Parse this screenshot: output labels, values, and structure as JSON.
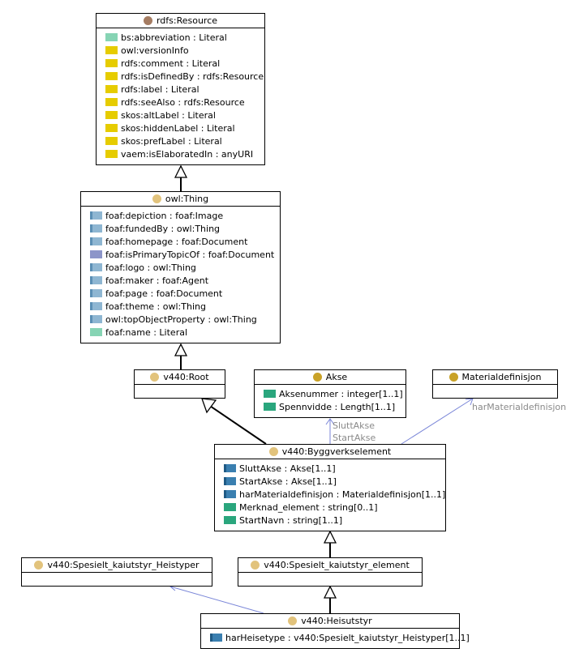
{
  "classes": {
    "resource": {
      "name": "rdfs:Resource",
      "icon": "brown-circle-icon",
      "attributes": [
        {
          "text": "bs:abbreviation : Literal",
          "kind": "lightgreen"
        },
        {
          "text": "owl:versionInfo",
          "kind": "yellow"
        },
        {
          "text": "rdfs:comment : Literal",
          "kind": "yellow"
        },
        {
          "text": "rdfs:isDefinedBy : rdfs:Resource",
          "kind": "yellow"
        },
        {
          "text": "rdfs:label : Literal",
          "kind": "yellow"
        },
        {
          "text": "rdfs:seeAlso : rdfs:Resource",
          "kind": "yellow"
        },
        {
          "text": "skos:altLabel : Literal",
          "kind": "yellow"
        },
        {
          "text": "skos:hiddenLabel : Literal",
          "kind": "yellow"
        },
        {
          "text": "skos:prefLabel : Literal",
          "kind": "yellow"
        },
        {
          "text": "vaem:isElaboratedIn : anyURI",
          "kind": "yellow"
        }
      ]
    },
    "thing": {
      "name": "owl:Thing",
      "icon": "tan-circle-icon",
      "attributes": [
        {
          "text": "foaf:depiction : foaf:Image",
          "kind": "obj"
        },
        {
          "text": "foaf:fundedBy : owl:Thing",
          "kind": "obj"
        },
        {
          "text": "foaf:homepage : foaf:Document",
          "kind": "obj"
        },
        {
          "text": "foaf:isPrimaryTopicOf : foaf:Document",
          "kind": "purple"
        },
        {
          "text": "foaf:logo : owl:Thing",
          "kind": "obj"
        },
        {
          "text": "foaf:maker : foaf:Agent",
          "kind": "obj"
        },
        {
          "text": "foaf:page : foaf:Document",
          "kind": "obj"
        },
        {
          "text": "foaf:theme : owl:Thing",
          "kind": "obj"
        },
        {
          "text": "owl:topObjectProperty : owl:Thing",
          "kind": "obj"
        },
        {
          "text": "foaf:name : Literal",
          "kind": "lightgreen"
        }
      ]
    },
    "root": {
      "name": "v440:Root",
      "icon": "tan-circle-icon",
      "attributes": []
    },
    "akse": {
      "name": "Akse",
      "icon": "gold-circle-icon",
      "attributes": [
        {
          "text": "Aksenummer : integer[1..1]",
          "kind": "green"
        },
        {
          "text": "Spennvidde : Length[1..1]",
          "kind": "green"
        }
      ]
    },
    "materialdef": {
      "name": "Materialdefinisjon",
      "icon": "gold-circle-icon",
      "attributes": []
    },
    "byggverk": {
      "name": "v440:Byggverkselement",
      "icon": "tan-circle-icon",
      "attributes": [
        {
          "text": "SluttAkse : Akse[1..1]",
          "kind": "objdark"
        },
        {
          "text": "StartAkse : Akse[1..1]",
          "kind": "objdark"
        },
        {
          "text": "harMaterialdefinisjon : Materialdefinisjon[1..1]",
          "kind": "objdark"
        },
        {
          "text": "Merknad_element : string[0..1]",
          "kind": "green"
        },
        {
          "text": "StartNavn : string[1..1]",
          "kind": "green"
        }
      ]
    },
    "heistyper": {
      "name": "v440:Spesielt_kaiutstyr_Heistyper",
      "icon": "tan-circle-icon",
      "attributes": []
    },
    "kaielement": {
      "name": "v440:Spesielt_kaiutstyr_element",
      "icon": "tan-circle-icon",
      "attributes": []
    },
    "heisutstyr": {
      "name": "v440:Heisutstyr",
      "icon": "tan-circle-icon",
      "attributes": [
        {
          "text": "harHeisetype : v440:Spesielt_kaiutstyr_Heistyper[1..1]",
          "kind": "objdark"
        }
      ]
    }
  },
  "edge_labels": {
    "slutt_akse": "SluttAkse",
    "start_akse": "StartAkse",
    "har_materialdefinisjon": "harMaterialdefinisjon"
  },
  "colors": {
    "brown": "#a57c62",
    "tan": "#e2c37c",
    "gold": "#c9a227",
    "association": "#7a86d8",
    "generalization": "#000000"
  }
}
